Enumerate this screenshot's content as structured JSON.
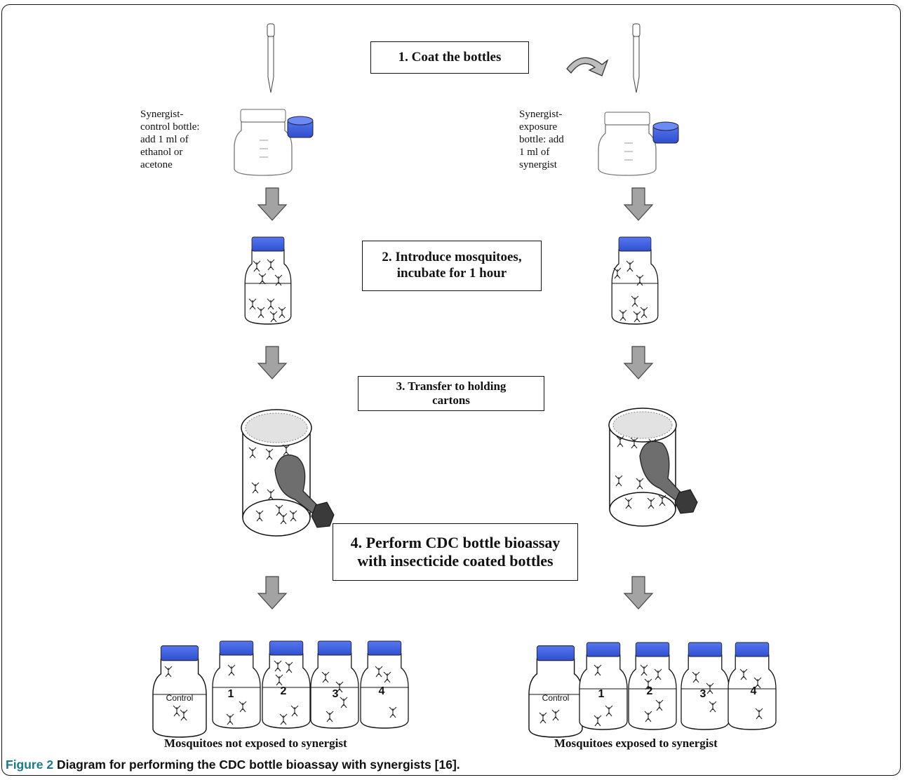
{
  "steps": {
    "step1": "1. Coat the bottles",
    "step2": "2. Introduce mosquitoes, incubate for 1 hour",
    "step3": "3. Transfer to holding cartons",
    "step4": "4. Perform CDC bottle bioassay with insecticide coated bottles"
  },
  "left": {
    "bottle_label": "Synergist-\ncontrol bottle:\nadd 1 ml of\nethanol or\nacetone",
    "group_caption": "Mosquitoes not exposed to synergist",
    "test_bottles": [
      "Control",
      "1",
      "2",
      "3",
      "4"
    ]
  },
  "right": {
    "bottle_label": "Synergist-\nexposure\nbottle: add\n1 ml of\nsynergist",
    "group_caption": "Mosquitoes exposed to synergist",
    "test_bottles": [
      "Control",
      "1",
      "2",
      "3",
      "4"
    ]
  },
  "figure_caption": {
    "number": "Figure 2",
    "text": " Diagram for performing the CDC bottle bioassay with synergists [16]."
  },
  "colors": {
    "cap_blue": "#3a5fe0",
    "arrow_gray": "#a3a3a3",
    "aspirator_gray": "#6e6e6e",
    "caption_number": "#1a7a8a"
  }
}
